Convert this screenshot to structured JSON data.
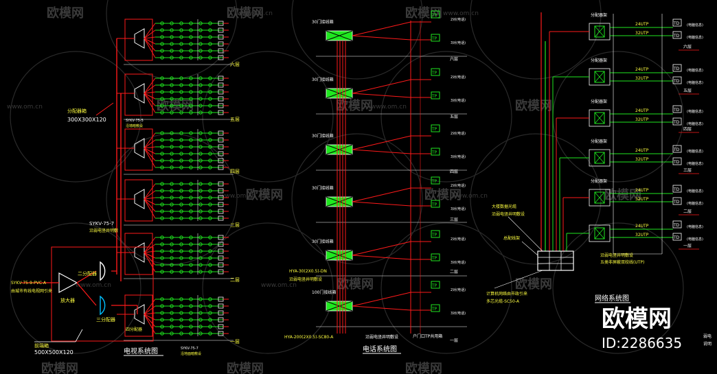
{
  "watermark": {
    "brand": "欧模网",
    "site": "www.om.cn",
    "site_short": "om.cn",
    "id_text": "ID:2286635"
  },
  "tv_system": {
    "title": "电视系统图",
    "labels": {
      "distribution_box": "分配器箱",
      "distribution_box_size": "300X300X120",
      "cable_note": "SYKV-75-7",
      "cable_note2": "沿弱电竖井明敷",
      "trunk_cable": "SYKV-75-9-PVC-A",
      "trunk_cable2": "由城市有线电视网引来",
      "amplifier": "放大器",
      "splitter_two": "二分配器",
      "splitter_three": "三分配器",
      "splitter_four": "四分配器",
      "front_box": "前端箱",
      "front_box_size": "500X500X120",
      "floor_cable": "SYKV-75-5",
      "floor_cable2": "沿墙暗敷设",
      "floor_cable_b": "SYKV-75-7",
      "floor_cable_b2": "沿地面暗敷设"
    },
    "floors": [
      "六层",
      "五层",
      "四层",
      "三层",
      "二层",
      "一层"
    ]
  },
  "phone_system": {
    "title": "电话系统图",
    "box_label": "30门接线箱",
    "box_label_bottom": "100门接线箱",
    "riser_label": "HYA-30(2X0.5)-DN",
    "riser_label2": "沿弱电竖井明敷设",
    "incoming": "HYA-200(2X0.5)-SC80-A",
    "riser_note": "沿弱电竖井明敷设",
    "outlet_note": "户门口TP共用箱",
    "outlet_text": "TP",
    "line_labels": [
      "2对(电话)",
      "3对(电话)"
    ],
    "floors": [
      "六层",
      "五层",
      "四层",
      "三层",
      "二层",
      "一层"
    ]
  },
  "network_system": {
    "title": "网络系统图",
    "switch_label": "分配器架",
    "cable_a": "24UTP",
    "cable_b": "32UTP",
    "outlet_text": "TD",
    "outlet_label": "(电脑信息)",
    "incoming_label": "大楼数据光缆",
    "incoming_label2": "沿弱电竖井明敷设",
    "core_label": "总配线架",
    "cabling_note": "沿弱电竖井明敷设",
    "cabling_note2": "五类非屏蔽双绞线(UTP)",
    "external_note": "计算机网络由市政引来",
    "external_note2": "多芯光缆-SC50-A",
    "floors": [
      "六层",
      "五层",
      "四层",
      "三层",
      "二层",
      "一层"
    ]
  },
  "side_note": {
    "line1": "弱电",
    "line2": "说明"
  },
  "colors": {
    "wire_red": "#ff1a1a",
    "wire_green": "#22ff22",
    "device_green": "#1fe81f",
    "text_yellow": "#ffff40",
    "text_white": "#ffffff",
    "cyan": "#00bfff"
  }
}
